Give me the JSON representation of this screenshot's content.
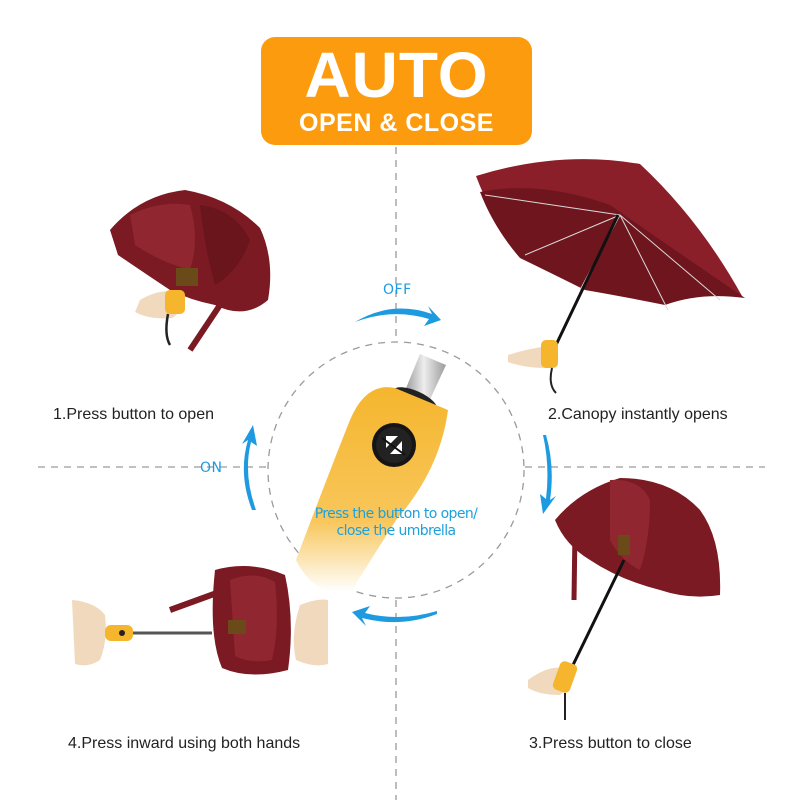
{
  "banner": {
    "title": "AUTO",
    "subtitle": "OPEN & CLOSE",
    "color": "#fd9b0e"
  },
  "cycle": {
    "off_label": "OFF",
    "on_label": "ON",
    "arrow_color": "#1e9be0",
    "center_caption_line1": "Press the button to open/",
    "center_caption_line2": "close the umbrella"
  },
  "steps": [
    {
      "label": "1.Press button to open",
      "image": "folded-umbrella-held-in-hand"
    },
    {
      "label": "2.Canopy instantly opens",
      "image": "open-umbrella-held-in-hand"
    },
    {
      "label": "3.Press button to close",
      "image": "closing-umbrella-held-in-hand"
    },
    {
      "label": "4.Press inward using both hands",
      "image": "umbrella-pressed-between-hands"
    }
  ],
  "colors": {
    "canopy": "#7b1a22",
    "handle": "#f5b62e",
    "divider": "#9a9a9a"
  }
}
